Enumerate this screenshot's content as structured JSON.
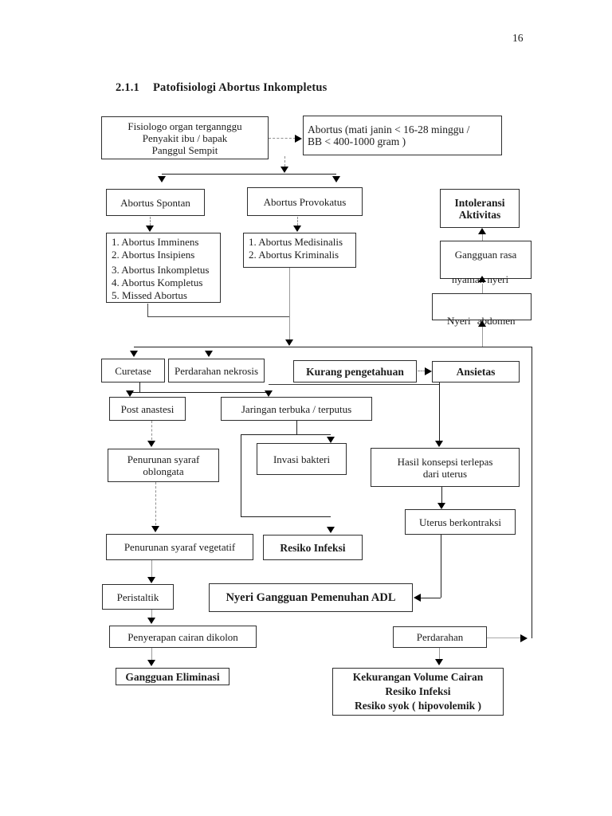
{
  "page": {
    "number": "16"
  },
  "heading": {
    "number": "2.1.1",
    "title": "Patofisiologi Abortus Inkompletus"
  },
  "nodes": {
    "fisiologo": {
      "l1": "Fisiologo organ tergannggu",
      "l2": "Penyakit ibu / bapak",
      "l3": "Panggul Sempit"
    },
    "abortus": {
      "l1": "Abortus (mati janin < 16-28 minggu /",
      "l2": "BB < 400-1000 gram )"
    },
    "abortus_spontan": {
      "label": "Abortus Spontan"
    },
    "abortus_provokatus": {
      "label": "Abortus Provokatus"
    },
    "intoleransi": {
      "l1": "Intoleransi",
      "l2": "Aktivitas"
    },
    "list_spontan": {
      "i1": "1. Abortus Imminens",
      "i2": "2. Abortus Insipiens",
      "i3": "3. Abortus Inkompletus",
      "i4": "4. Abortus Kompletus",
      "i5": "5. Missed Abortus"
    },
    "list_provokatus": {
      "i1": "1. Abortus Medisinalis",
      "i2": "2. Abortus Kriminalis"
    },
    "gangguan_rasa": {
      "l1": "Gangguan rasa",
      "l2": "nyaman nyeri"
    },
    "nyeri_abdomen": {
      "label": "Nyeri abdomen"
    },
    "curetase": {
      "label": "Curetase"
    },
    "perdarahan_nekrosis": {
      "label": "Perdarahan nekrosis"
    },
    "kurang_pengetahuan": {
      "label": "Kurang pengetahuan"
    },
    "ansietas": {
      "label": "Ansietas"
    },
    "post_anastesi": {
      "label": "Post anastesi"
    },
    "jaringan": {
      "label": "Jaringan terbuka / terputus"
    },
    "oblongata": {
      "l1": "Penurunan syaraf",
      "l2": "oblongata"
    },
    "invasi": {
      "label": "Invasi bakteri"
    },
    "hasil_konsepsi": {
      "l1": "Hasil konsepsi terlepas",
      "l2": "dari uterus"
    },
    "uterus": {
      "label": "Uterus berkontraksi"
    },
    "vegetatif": {
      "label": "Penurunan syaraf vegetatif"
    },
    "resiko_infeksi": {
      "label": "Resiko Infeksi"
    },
    "peristaltik": {
      "label": "Peristaltik"
    },
    "nyeri_adl": {
      "label": "Nyeri Gangguan Pemenuhan ADL"
    },
    "penyerapan": {
      "label": "Penyerapan cairan dikolon"
    },
    "perdarahan": {
      "label": "Perdarahan"
    },
    "gangguan_eliminasi": {
      "label": "Gangguan Eliminasi"
    },
    "kekurangan": {
      "l1": "Kekurangan Volume Cairan",
      "l2": "Resiko Infeksi",
      "l3": "Resiko syok ( hipovolemik )"
    }
  },
  "colors": {
    "line": "#1f1f1f",
    "dashed_line": "#8f8f8f",
    "text": "#1b1b1b",
    "background": "#ffffff"
  }
}
